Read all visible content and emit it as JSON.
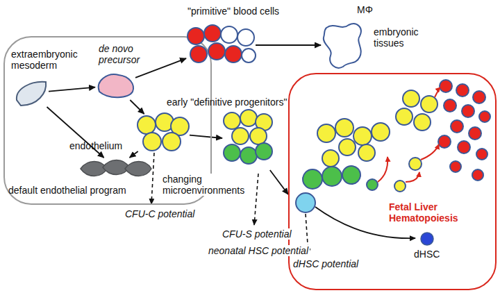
{
  "diagram": {
    "nodes": [
      {
        "text": [
          "default endothelial program"
        ]
      },
      {
        "text": [
          "extraembryonic mesoderm"
        ],
        "in": 0
      },
      {
        "text": [
          "de novo precursor"
        ],
        "in": 0
      },
      {
        "text": [
          "\"primitive\" blood cells"
        ]
      },
      {
        "text": [
          "MΦ",
          "embryonic tissues"
        ]
      },
      {
        "text": [
          "early \"definitive progenitors\""
        ],
        "in": 0
      },
      {
        "text": [
          "endothelium"
        ],
        "in": 0
      },
      {
        "text": [
          "changing microenvironments"
        ]
      },
      {
        "text": [
          "Fetal Liver Hematopoiesis"
        ]
      },
      {
        "text": [
          "dHSC"
        ],
        "in": 8
      }
    ],
    "edges": [
      {
        "from": 1,
        "to": 2,
        "arrow": "to"
      },
      {
        "from": 1,
        "to": 6,
        "arrow": "to"
      },
      {
        "from": 2,
        "to": 3,
        "arrow": "to"
      },
      {
        "from": 2,
        "to": 5,
        "arrow": "to"
      },
      {
        "from": 3,
        "to": 4,
        "arrow": "to"
      },
      {
        "from": 5,
        "to": 6,
        "arrow": "to"
      },
      {
        "from": 5,
        "to": 7,
        "arrow": "to"
      },
      {
        "from": 7,
        "to": 8,
        "arrow": "to"
      }
    ],
    "labels": [
      "CFU-C potential",
      "CFU-S potential",
      "neonatal HSC potential",
      "dHSC potential"
    ]
  }
}
